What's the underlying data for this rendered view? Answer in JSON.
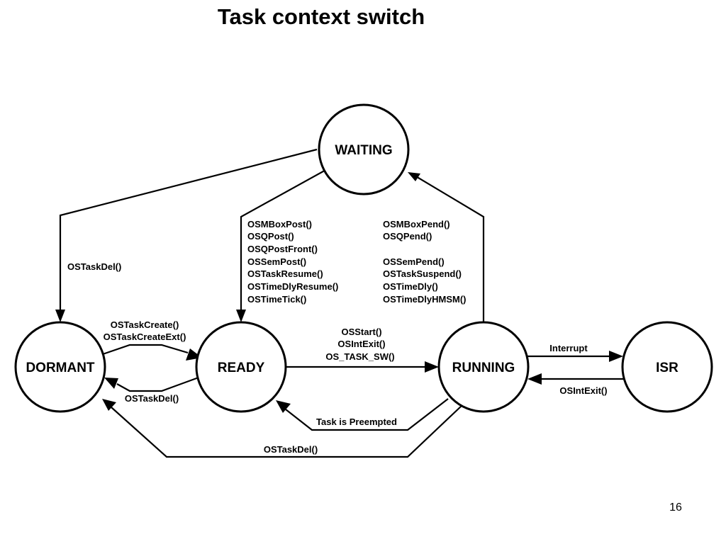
{
  "slide": {
    "title": "Task context switch",
    "page_number": "16"
  },
  "states": {
    "waiting": "WAITING",
    "dormant": "DORMANT",
    "ready": "READY",
    "running": "RUNNING",
    "isr": "ISR"
  },
  "transitions": {
    "waiting_to_dormant": [
      "OSTaskDel()"
    ],
    "waiting_to_ready": [
      "OSMBoxPost()",
      "OSQPost()",
      "OSQPostFront()",
      "OSSemPost()",
      "OSTaskResume()",
      "OSTimeDlyResume()",
      "OSTimeTick()"
    ],
    "running_to_waiting": [
      "OSMBoxPend()",
      "OSQPend()",
      "",
      "OSSemPend()",
      "OSTaskSuspend()",
      "OSTimeDly()",
      "OSTimeDlyHMSM()"
    ],
    "dormant_to_ready": [
      "OSTaskCreate()",
      "OSTaskCreateExt()"
    ],
    "ready_to_dormant": [
      "OSTaskDel()"
    ],
    "ready_to_running": [
      "OSStart()",
      "OSIntExit()",
      "OS_TASK_SW()"
    ],
    "running_to_ready": [
      "Task is Preempted"
    ],
    "running_to_dormant": [
      "OSTaskDel()"
    ],
    "running_to_isr": [
      "Interrupt"
    ],
    "isr_to_running": [
      "OSIntExit()"
    ]
  }
}
